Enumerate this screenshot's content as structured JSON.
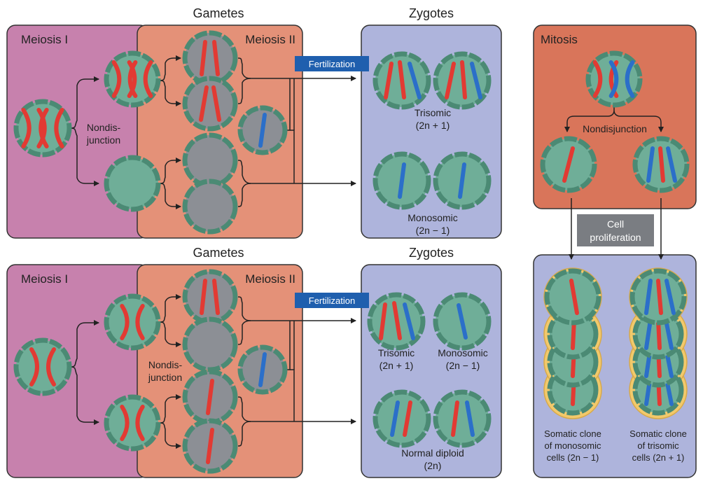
{
  "colors": {
    "meiosis1_panel": "#c781ad",
    "meiosis2_panel": "#e49178",
    "zygote_panel": "#aeb4dc",
    "mitosis_panel": "#d9755a",
    "clone_panel": "#aeb4dc",
    "cell_fill": "#6fae98",
    "cell_border": "#4b8a74",
    "empty_cell_fill": "#8c8f95",
    "red_chromosome": "#e23a33",
    "blue_chromosome": "#2b6fc9",
    "fertilization_label_bg": "#1f5fae",
    "proliferation_label_bg": "#7a7d82",
    "halo": "#f2c96b"
  },
  "top": {
    "meiosis1_title": "Meiosis I",
    "meiosis2_title": "Meiosis II",
    "gametes_title": "Gametes",
    "zygotes_title": "Zygotes",
    "nondisjunction_label": [
      "Nondis-",
      "junction"
    ],
    "fertilization_label": "Fertilization",
    "trisomic_label": "Trisomic",
    "trisomic_formula": "(2n + 1)",
    "monosomic_label": "Monosomic",
    "monosomic_formula": "(2n − 1)"
  },
  "bottom": {
    "meiosis1_title": "Meiosis I",
    "meiosis2_title": "Meiosis II",
    "gametes_title": "Gametes",
    "zygotes_title": "Zygotes",
    "nondisjunction_label": [
      "Nondis-",
      "junction"
    ],
    "fertilization_label": "Fertilization",
    "trisomic_label": "Trisomic",
    "trisomic_formula": "(2n + 1)",
    "monosomic_label": "Monosomic",
    "monosomic_formula": "(2n − 1)",
    "diploid_label": "Normal diploid",
    "diploid_formula": "(2n)"
  },
  "mitosis": {
    "title": "Mitosis",
    "nondisjunction_label": "Nondisjunction",
    "proliferation_label": [
      "Cell",
      "proliferation"
    ],
    "mono_clone_label": [
      "Somatic clone",
      "of monosomic",
      "cells (2n − 1)"
    ],
    "tri_clone_label": [
      "Somatic clone",
      "of trisomic",
      "cells (2n + 1)"
    ]
  }
}
